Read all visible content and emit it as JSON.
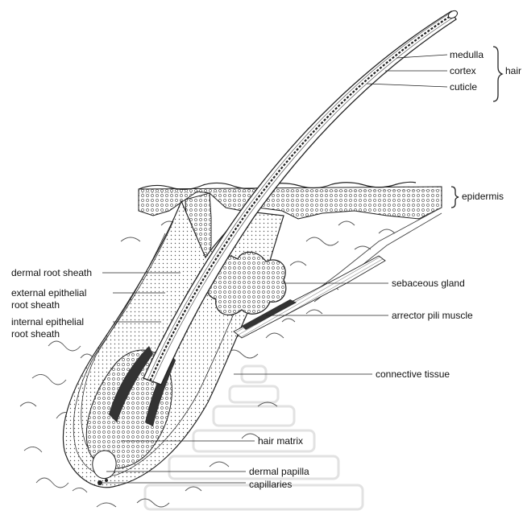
{
  "diagram": {
    "labels": {
      "medulla": "medulla",
      "cortex": "cortex",
      "cuticle": "cuticle",
      "hair": "hair",
      "epidermis": "epidermis",
      "dermal_root_sheath": "dermal root sheath",
      "external_epithelial_1": "external epithelial",
      "external_epithelial_2": "root sheath",
      "internal_epithelial_1": "internal epithelial",
      "internal_epithelial_2": "root sheath",
      "sebaceous_gland": "sebaceous gland",
      "arrector_pili_muscle": "arrector pili muscle",
      "connective_tissue": "connective tissue",
      "hair_matrix": "hair matrix",
      "dermal_papilla": "dermal papilla",
      "capillaries": "capillaries"
    },
    "colors": {
      "ink": "#1a1a1a",
      "tissue_fill": "#f4f4f4",
      "dark_fill": "#333333",
      "watermark": "#e4e4e4"
    }
  }
}
